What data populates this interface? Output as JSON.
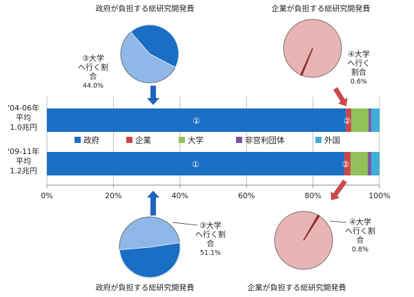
{
  "chart_data": {
    "type": "bar",
    "orientation": "horizontal",
    "stacked": true,
    "normalized": true,
    "xlim": [
      0,
      100
    ],
    "x_ticks": [
      "0%",
      "20%",
      "40%",
      "60%",
      "80%",
      "100%"
    ],
    "categories": [
      {
        "lines": [
          "'04-06年",
          "平均",
          "1.0兆円"
        ]
      },
      {
        "lines": [
          "'09-11年",
          "平均",
          "1.2兆円"
        ]
      }
    ],
    "series": [
      {
        "name": "政府",
        "color": "#1a6fc4",
        "values": [
          89.9,
          89.4
        ]
      },
      {
        "name": "企業",
        "color": "#c9474b",
        "values": [
          1.6,
          1.9
        ]
      },
      {
        "name": "大学",
        "color": "#92c05a",
        "values": [
          5.2,
          5.2
        ]
      },
      {
        "name": "非営利団体",
        "color": "#7a55a2",
        "values": [
          0.8,
          1.0
        ]
      },
      {
        "name": "外国",
        "color": "#3fafd6",
        "values": [
          2.5,
          2.5
        ]
      }
    ],
    "bar_markers": [
      {
        "bar": 0,
        "series": 0,
        "text": "①"
      },
      {
        "bar": 0,
        "series": 1,
        "text": "②"
      },
      {
        "bar": 1,
        "series": 0,
        "text": "①"
      },
      {
        "bar": 1,
        "series": 1,
        "text": "②"
      }
    ],
    "legend_placement": "between bars"
  },
  "insets": [
    {
      "title": "政府が負担する総研究開発費",
      "label_lines": [
        "③大学",
        "へ行く割",
        "合"
      ],
      "value_text": "44.0%",
      "share": 44.0,
      "base_color": "#8fb8e8",
      "slice_color": "#1a6fc4"
    },
    {
      "title": "企業が負担する総研究開発費",
      "label_lines": [
        "④大学",
        "へ行く",
        "割合"
      ],
      "value_text": "0.6%",
      "share": 0.6,
      "base_color": "#e8b4b4",
      "slice_color": "#8b2a2e"
    },
    {
      "title": "政府が負担する総研究開発費",
      "label_lines": [
        "③大学",
        "へ行く割",
        "合"
      ],
      "value_text": "51.1%",
      "share": 51.1,
      "base_color": "#8fb8e8",
      "slice_color": "#1a6fc4"
    },
    {
      "title": "企業が負担する総研究開発費",
      "label_lines": [
        "④大学",
        "へ行く割",
        "合"
      ],
      "value_text": "0.8%",
      "share": 0.8,
      "base_color": "#e8b4b4",
      "slice_color": "#8b2a2e"
    }
  ],
  "colors": {
    "arrow_blue": "#1f64c0",
    "arrow_red": "#c94a4e",
    "grid": "#bbbbbb"
  }
}
